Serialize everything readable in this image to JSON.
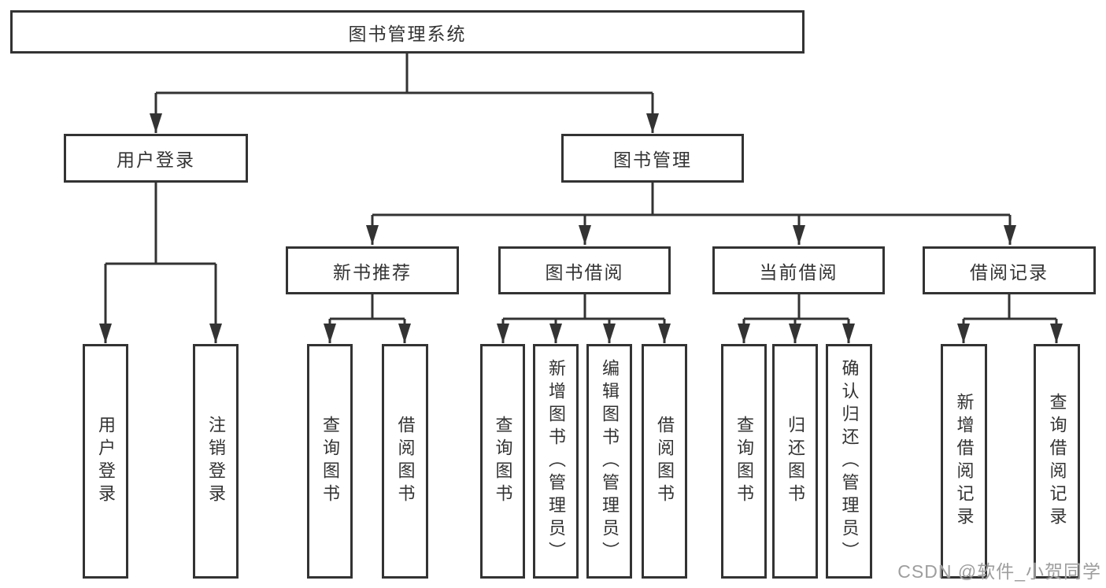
{
  "diagram": {
    "root": {
      "label": "图书管理系统"
    },
    "level2": [
      {
        "label": "用户登录"
      },
      {
        "label": "图书管理"
      }
    ],
    "level3": [
      {
        "label": "新书推荐"
      },
      {
        "label": "图书借阅"
      },
      {
        "label": "当前借阅"
      },
      {
        "label": "借阅记录"
      }
    ],
    "leaves": {
      "user": [
        "用户登录",
        "注销登录"
      ],
      "newbook": [
        "查询图书",
        "借阅图书"
      ],
      "borrow": [
        "查询图书",
        "新增图书（管理员）",
        "编辑图书（管理员）",
        "借阅图书"
      ],
      "current": [
        "查询图书",
        "归还图书",
        "确认归还（管理员）"
      ],
      "record": [
        "新增借阅记录",
        "查询借阅记录"
      ]
    }
  },
  "watermark": {
    "text": "CSDN @软件_小贺同学"
  },
  "colors": {
    "line": "#333333",
    "text": "#333333",
    "watermark": "#9e9e9e",
    "background": "#ffffff"
  }
}
